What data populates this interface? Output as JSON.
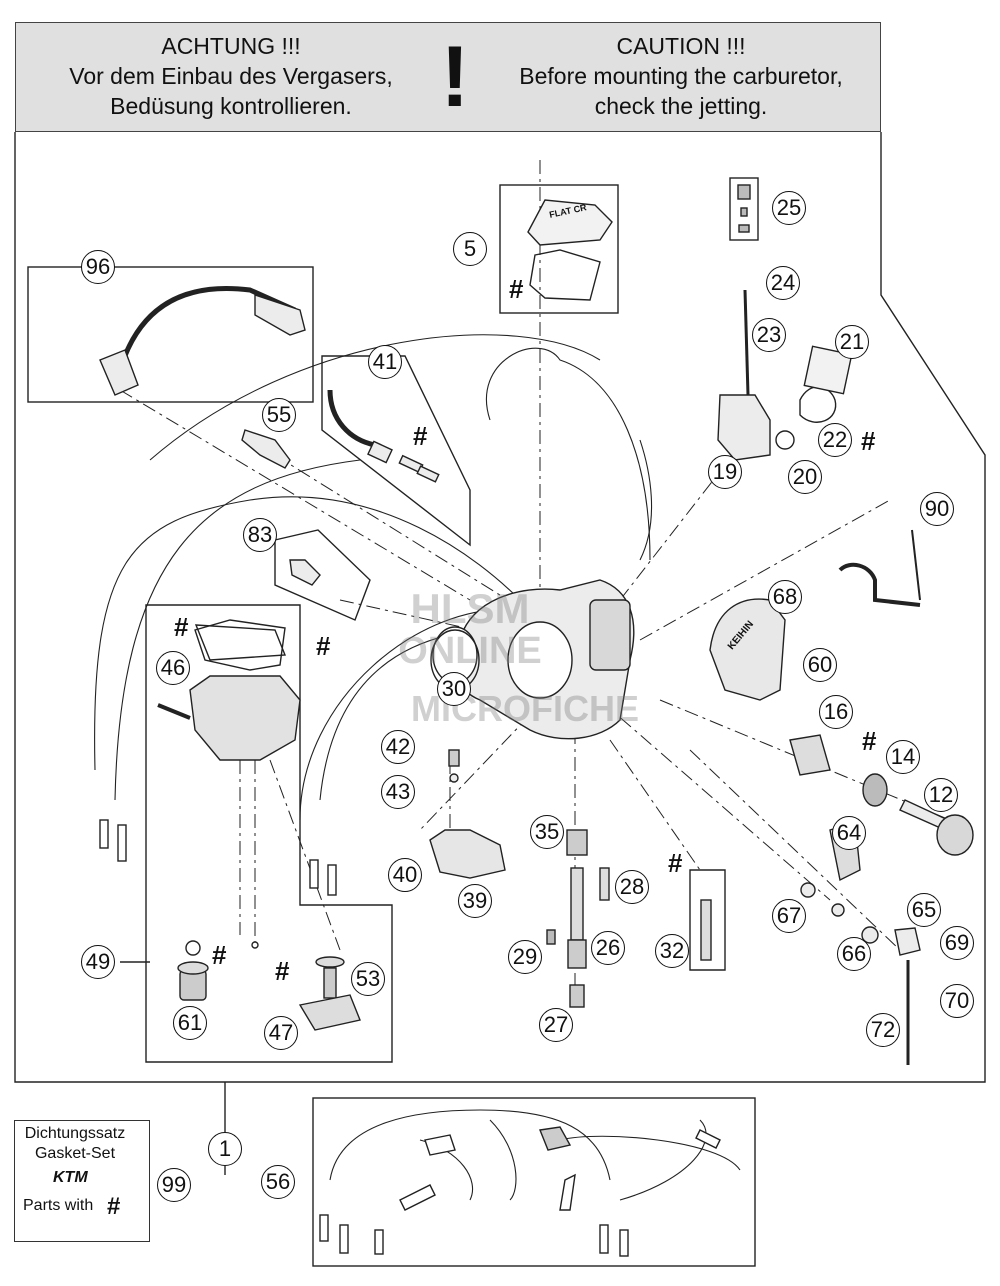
{
  "warning": {
    "de_title": "ACHTUNG !!!",
    "de_line1": "Vor dem Einbau des Vergasers,",
    "de_line2": "Bedüsung kontrollieren.",
    "symbol": "!",
    "en_title": "CAUTION !!!",
    "en_line1": "Before mounting the carburetor,",
    "en_line2": "check the jetting."
  },
  "callouts": {
    "c1": "1",
    "c5": "5",
    "c12": "12",
    "c14": "14",
    "c16": "16",
    "c19": "19",
    "c20": "20",
    "c21": "21",
    "c22": "22",
    "c23": "23",
    "c24": "24",
    "c25": "25",
    "c26": "26",
    "c27": "27",
    "c28": "28",
    "c29": "29",
    "c30": "30",
    "c32": "32",
    "c35": "35",
    "c39": "39",
    "c40": "40",
    "c41": "41",
    "c42": "42",
    "c43": "43",
    "c46": "46",
    "c47": "47",
    "c49": "49",
    "c53": "53",
    "c55": "55",
    "c56": "56",
    "c60": "60",
    "c61": "61",
    "c64": "64",
    "c65": "65",
    "c66": "66",
    "c67": "67",
    "c68": "68",
    "c69": "69",
    "c70": "70",
    "c72": "72",
    "c83": "83",
    "c90": "90",
    "c96": "96",
    "c99": "99"
  },
  "hash_marker": "#",
  "part_labels": {
    "top_cover": "FLAT CR",
    "cover_68": "KEIHIN"
  },
  "gasket_set": {
    "line1": "Dichtungssatz",
    "line2": "Gasket-Set",
    "logo": "KTM",
    "line3": "Parts with",
    "hash": "#"
  },
  "watermark": {
    "line1": "HLSM",
    "line2": "ONLINE",
    "line3": "MICROFICHE"
  }
}
